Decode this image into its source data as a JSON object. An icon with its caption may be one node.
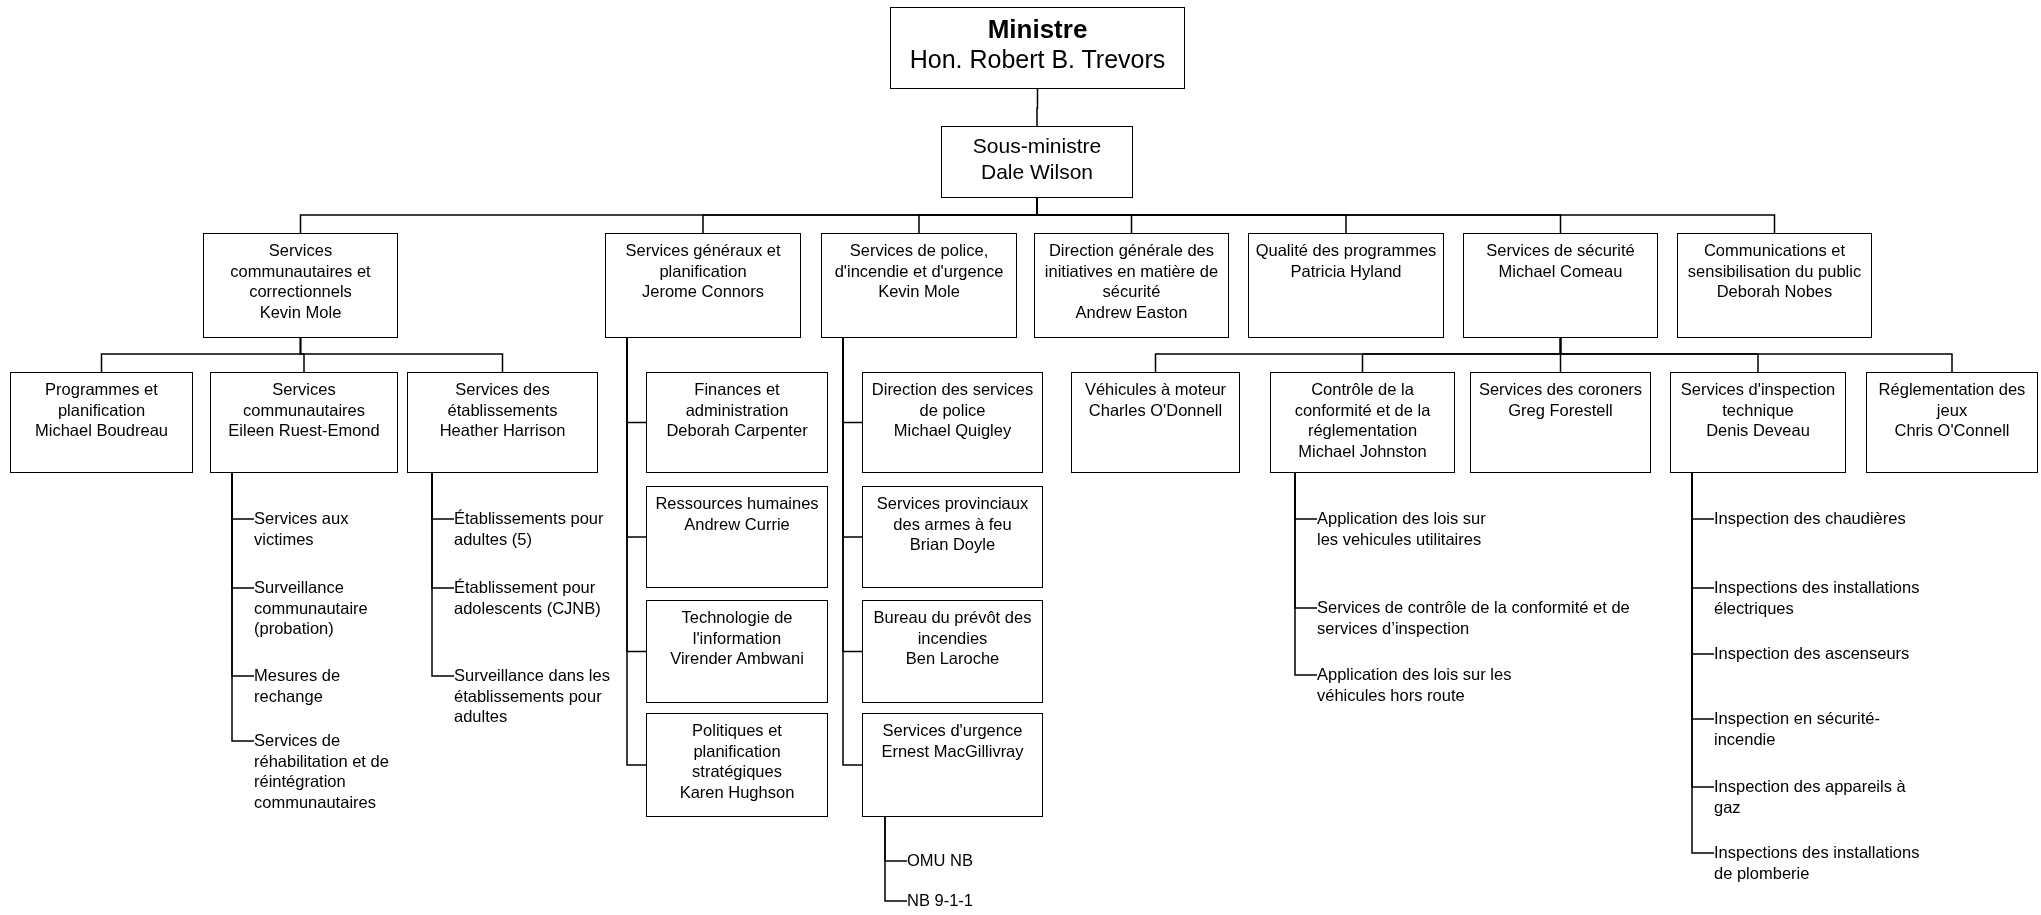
{
  "diagram": {
    "nodes": [
      {
        "text": [
          "Ministre",
          "Hon. Robert B. Trevors"
        ]
      },
      {
        "text": [
          "Sous-ministre",
          "Dale Wilson"
        ]
      },
      {
        "text": [
          "Services communautaires et correctionnels",
          "Kevin Mole"
        ]
      },
      {
        "text": [
          "Services généraux et planification",
          "Jerome Connors"
        ]
      },
      {
        "text": [
          "Services de police, d'incendie et d'urgence",
          "Kevin Mole"
        ]
      },
      {
        "text": [
          "Direction générale des initiatives en matière de sécurité",
          "Andrew Easton"
        ]
      },
      {
        "text": [
          "Qualité des programmes",
          "Patricia Hyland"
        ]
      },
      {
        "text": [
          "Services de sécurité",
          "Michael Comeau"
        ]
      },
      {
        "text": [
          "Communications et sensibilisation du public",
          "Deborah Nobes"
        ]
      },
      {
        "text": [
          "Programmes et planification",
          "Michael Boudreau"
        ]
      },
      {
        "text": [
          "Services communautaires",
          "Eileen Ruest-Emond"
        ]
      },
      {
        "text": [
          "Services des établissements",
          "Heather Harrison"
        ]
      },
      {
        "text": [
          "Services aux victimes"
        ]
      },
      {
        "text": [
          "Surveillance communautaire (probation)"
        ]
      },
      {
        "text": [
          "Mesures de rechange"
        ]
      },
      {
        "text": [
          "Services de réhabilitation et de réintégration communautaires"
        ]
      },
      {
        "text": [
          "Établissements pour adultes (5)"
        ]
      },
      {
        "text": [
          "Établissement pour adolescents (CJNB)"
        ]
      },
      {
        "text": [
          "Surveillance dans les établissements pour adultes"
        ]
      },
      {
        "text": [
          "Finances et administration",
          "Deborah Carpenter"
        ]
      },
      {
        "text": [
          "Ressources humaines",
          "Andrew Currie"
        ]
      },
      {
        "text": [
          "Technologie de l'information",
          "Virender Ambwani"
        ]
      },
      {
        "text": [
          "Politiques et planification stratégiques",
          "Karen Hughson"
        ]
      },
      {
        "text": [
          "Direction des services de police",
          "Michael Quigley"
        ]
      },
      {
        "text": [
          "Services provinciaux des armes à feu",
          "Brian Doyle"
        ]
      },
      {
        "text": [
          "Bureau du prévôt des incendies",
          "Ben Laroche"
        ]
      },
      {
        "text": [
          "Services d'urgence",
          "Ernest MacGillivray"
        ]
      },
      {
        "text": [
          "OMU NB"
        ]
      },
      {
        "text": [
          "NB 9-1-1"
        ]
      },
      {
        "text": [
          "Véhicules à moteur",
          "Charles O'Donnell"
        ]
      },
      {
        "text": [
          "Contrôle de la conformité et de la réglementation",
          "Michael Johnston"
        ]
      },
      {
        "text": [
          "Services des coroners",
          "Greg Forestell"
        ]
      },
      {
        "text": [
          "Services d'inspection technique",
          "Denis Deveau"
        ]
      },
      {
        "text": [
          "Réglementation des jeux",
          "Chris O'Connell"
        ]
      },
      {
        "text": [
          "Application des lois sur les vehicules utilitaires"
        ]
      },
      {
        "text": [
          "Services de contrôle de la conformité et de services d’inspection"
        ]
      },
      {
        "text": [
          "Application des lois sur les véhicules hors route"
        ]
      },
      {
        "text": [
          "Inspection des chaudières"
        ]
      },
      {
        "text": [
          "Inspections des installations électriques"
        ]
      },
      {
        "text": [
          "Inspection des ascenseurs"
        ]
      },
      {
        "text": [
          "Inspection en sécurité-incendie"
        ]
      },
      {
        "text": [
          "Inspection des appareils à gaz"
        ]
      },
      {
        "text": [
          "Inspections des installations de plomberie"
        ]
      }
    ],
    "edges": [
      {
        "from": 0,
        "to": 1,
        "arrow": "none"
      },
      {
        "from": 1,
        "to": 2,
        "arrow": "none"
      },
      {
        "from": 1,
        "to": 3,
        "arrow": "none"
      },
      {
        "from": 1,
        "to": 4,
        "arrow": "none"
      },
      {
        "from": 1,
        "to": 5,
        "arrow": "none"
      },
      {
        "from": 1,
        "to": 6,
        "arrow": "none"
      },
      {
        "from": 1,
        "to": 7,
        "arrow": "none"
      },
      {
        "from": 1,
        "to": 8,
        "arrow": "none"
      },
      {
        "from": 2,
        "to": 9,
        "arrow": "none"
      },
      {
        "from": 2,
        "to": 10,
        "arrow": "none"
      },
      {
        "from": 2,
        "to": 11,
        "arrow": "none"
      },
      {
        "from": 10,
        "to": 12,
        "arrow": "none"
      },
      {
        "from": 10,
        "to": 13,
        "arrow": "none"
      },
      {
        "from": 10,
        "to": 14,
        "arrow": "none"
      },
      {
        "from": 10,
        "to": 15,
        "arrow": "none"
      },
      {
        "from": 11,
        "to": 16,
        "arrow": "none"
      },
      {
        "from": 11,
        "to": 17,
        "arrow": "none"
      },
      {
        "from": 11,
        "to": 18,
        "arrow": "none"
      },
      {
        "from": 3,
        "to": 19,
        "arrow": "none"
      },
      {
        "from": 3,
        "to": 20,
        "arrow": "none"
      },
      {
        "from": 3,
        "to": 21,
        "arrow": "none"
      },
      {
        "from": 3,
        "to": 22,
        "arrow": "none"
      },
      {
        "from": 4,
        "to": 23,
        "arrow": "none"
      },
      {
        "from": 4,
        "to": 24,
        "arrow": "none"
      },
      {
        "from": 4,
        "to": 25,
        "arrow": "none"
      },
      {
        "from": 4,
        "to": 26,
        "arrow": "none"
      },
      {
        "from": 26,
        "to": 27,
        "arrow": "none"
      },
      {
        "from": 26,
        "to": 28,
        "arrow": "none"
      },
      {
        "from": 7,
        "to": 29,
        "arrow": "none"
      },
      {
        "from": 7,
        "to": 30,
        "arrow": "none"
      },
      {
        "from": 7,
        "to": 31,
        "arrow": "none"
      },
      {
        "from": 7,
        "to": 32,
        "arrow": "none"
      },
      {
        "from": 7,
        "to": 33,
        "arrow": "none"
      },
      {
        "from": 30,
        "to": 34,
        "arrow": "none"
      },
      {
        "from": 30,
        "to": 35,
        "arrow": "none"
      },
      {
        "from": 30,
        "to": 36,
        "arrow": "none"
      },
      {
        "from": 32,
        "to": 37,
        "arrow": "none"
      },
      {
        "from": 32,
        "to": 38,
        "arrow": "none"
      },
      {
        "from": 32,
        "to": 39,
        "arrow": "none"
      },
      {
        "from": 32,
        "to": 40,
        "arrow": "none"
      },
      {
        "from": 32,
        "to": 41,
        "arrow": "none"
      },
      {
        "from": 32,
        "to": 42,
        "arrow": "none"
      }
    ]
  }
}
